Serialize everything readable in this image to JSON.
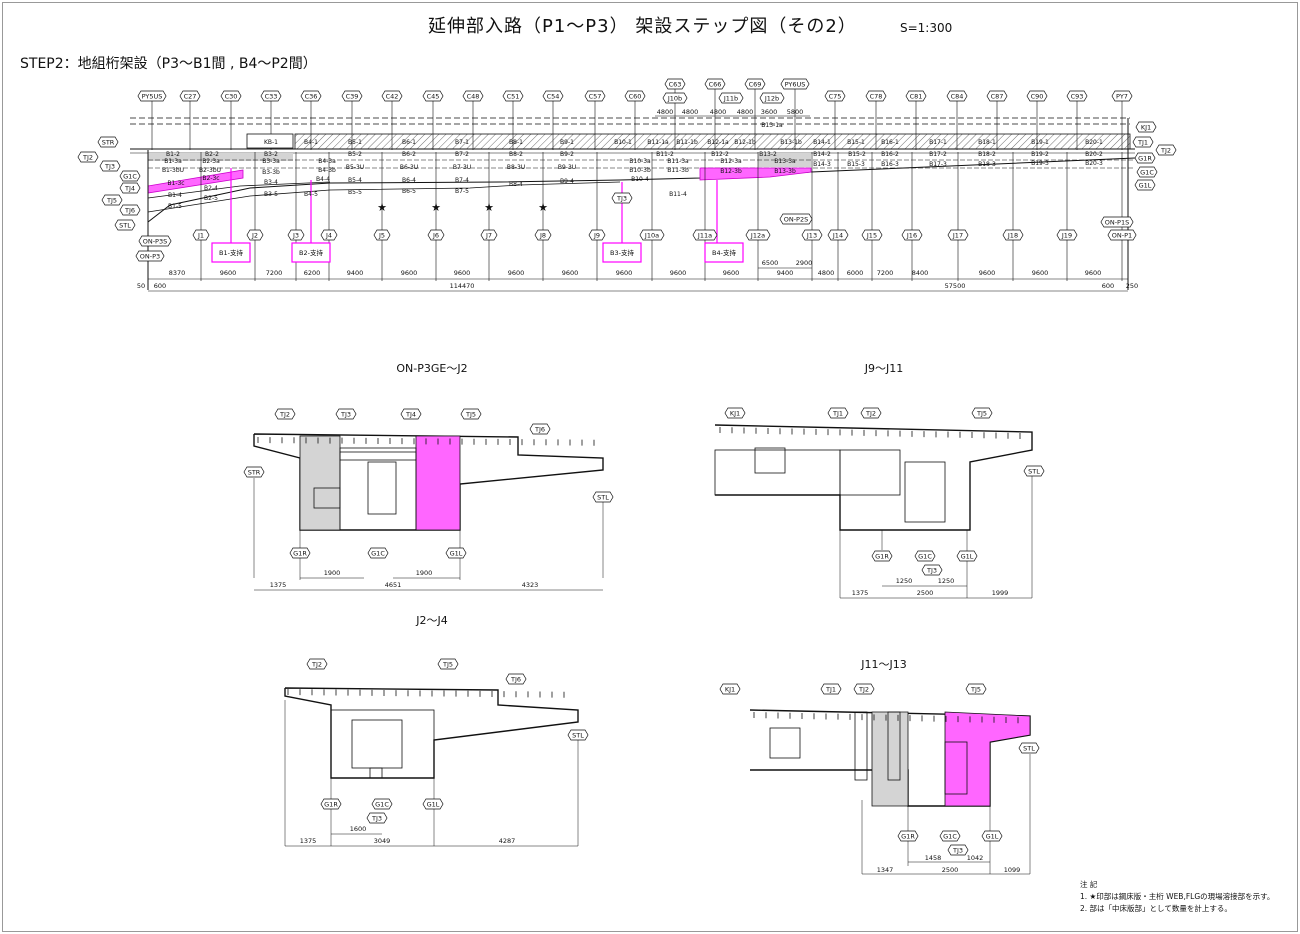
{
  "header": {
    "title": "延伸部入路（P1～P3） 架設ステップ図（その2）",
    "scale": "S=1:300",
    "step": "STEP2：地組桁架設（P3～B1間 , B4～P2間）"
  },
  "elevation": {
    "columns": [
      "PY5US",
      "C27",
      "C30",
      "C33",
      "C36",
      "C39",
      "C42",
      "C45",
      "C48",
      "C51",
      "C54",
      "C57",
      "C60",
      "C63",
      "C66",
      "C69",
      "PY6US",
      "C75",
      "C78",
      "C81",
      "C84",
      "C87",
      "C90",
      "C93",
      "PY7"
    ],
    "upper_joints": [
      "J10b",
      "J11b",
      "J12b"
    ],
    "top_dims": [
      "4800",
      "4800",
      "4800",
      "4800",
      "3600",
      "5800"
    ],
    "joints": [
      "J1",
      "J2",
      "J3",
      "J4",
      "J5",
      "J6",
      "J7",
      "J8",
      "J9",
      "J10a",
      "J11a",
      "J12a",
      "J13",
      "J14",
      "J15",
      "J16",
      "J17",
      "J18",
      "J19",
      "ON-P1"
    ],
    "left_tags": [
      "STR",
      "TJ2",
      "TJ3",
      "G1C",
      "TJ4",
      "TJ5",
      "TJ6",
      "STL",
      "ON-P3S",
      "ON-P3"
    ],
    "right_tags": [
      "KJ1",
      "TJ1",
      "TJ2",
      "G1R",
      "G1C",
      "G1L",
      "ON-P2S",
      "ON-P1S",
      "TJ3"
    ],
    "supports": [
      "B1-支持",
      "B2-支持",
      "B3-支持",
      "B4-支持"
    ],
    "span_dims": [
      "8370",
      "9600",
      "7200",
      "6200",
      "9400",
      "9600",
      "9600",
      "9600",
      "9600",
      "9600",
      "9600",
      "9600",
      "9400",
      "4800",
      "6000",
      "7200",
      "8400",
      "9600",
      "9600",
      "9600"
    ],
    "sub_dims": [
      "6500",
      "2900"
    ],
    "overall_dims": [
      "50",
      "600",
      "114470",
      "57500",
      "600",
      "250"
    ],
    "blocks": [
      "B13-1a",
      "KB-1",
      "B4-1",
      "B5-1",
      "B6-1",
      "B7-1",
      "B8-1",
      "B9-1",
      "B10-1",
      "B11-1a",
      "B11-1b",
      "B12-1a",
      "B12-1b",
      "B13-1b",
      "B14-1",
      "B15-1",
      "B16-1",
      "B17-1",
      "B18-1",
      "B19-1",
      "B20-1",
      "B1-2",
      "B2-2",
      "B3-2",
      "B5-2",
      "B6-2",
      "B7-2",
      "B8-2",
      "B9-2",
      "B11-2",
      "B12-2",
      "B13-2",
      "B14-2",
      "B15-2",
      "B16-2",
      "B17-2",
      "B18-2",
      "B19-2",
      "B20-2",
      "B1-3a",
      "B2-3a",
      "B3-3a",
      "B4-3a",
      "B10-3a",
      "B11-3a",
      "B12-3a",
      "B13-3a",
      "B1-3bU",
      "B2-3bU",
      "B3-3b",
      "B4-3b",
      "B5-3U",
      "B6-3U",
      "B7-3U",
      "B8-3U",
      "B9-3U",
      "B10-3b",
      "B11-3b",
      "B12-3b",
      "B13-3b",
      "B14-3",
      "B15-3",
      "B16-3",
      "B17-3",
      "B18-3",
      "B19-3",
      "B20-3",
      "B1-3c",
      "B2-3c",
      "B2-4",
      "B3-4",
      "B4-4",
      "B5-4",
      "B6-4",
      "B7-4",
      "B8-4",
      "B9-4",
      "B10-4",
      "B11-4",
      "B1-4",
      "B1-5",
      "B2-5",
      "B3-5",
      "B4-5",
      "B5-5",
      "B6-5",
      "B7-5"
    ]
  },
  "sections": [
    {
      "title": "ON-P3GE～J2",
      "tags": [
        "TJ2",
        "TJ3",
        "TJ4",
        "TJ5",
        "TJ6",
        "STR",
        "STL",
        "G1R",
        "G1C",
        "G1L"
      ],
      "dims": [
        "1900",
        "1900",
        "1375",
        "4651",
        "4323"
      ]
    },
    {
      "title": "J9～J11",
      "tags": [
        "KJ1",
        "TJ1",
        "TJ2",
        "TJ5",
        "STL",
        "G1R",
        "G1C",
        "TJ3",
        "G1L"
      ],
      "dims": [
        "1250",
        "1250",
        "1375",
        "2500",
        "1999"
      ]
    },
    {
      "title": "J2～J4",
      "tags": [
        "TJ2",
        "TJ5",
        "TJ6",
        "STL",
        "G1R",
        "G1C",
        "TJ3",
        "G1L"
      ],
      "dims": [
        "1600",
        "1375",
        "3049",
        "4287"
      ]
    },
    {
      "title": "J11～J13",
      "tags": [
        "KJ1",
        "TJ1",
        "TJ2",
        "TJ5",
        "STL",
        "G1R",
        "G1C",
        "TJ3",
        "G1L"
      ],
      "dims": [
        "1458",
        "1042",
        "1347",
        "2500",
        "1099"
      ]
    }
  ],
  "notes": {
    "heading": "注 記",
    "items": [
      "1.  ★印部は鋼床版・主桁 WEB,FLGの現場溶接部を示す。",
      "2.          部は「中床版部」として数量を計上する。"
    ]
  },
  "colors": {
    "highlight": "#ff66ff",
    "support": "#ff00ff",
    "shade": "#d4d4d4",
    "line": "#111111"
  }
}
